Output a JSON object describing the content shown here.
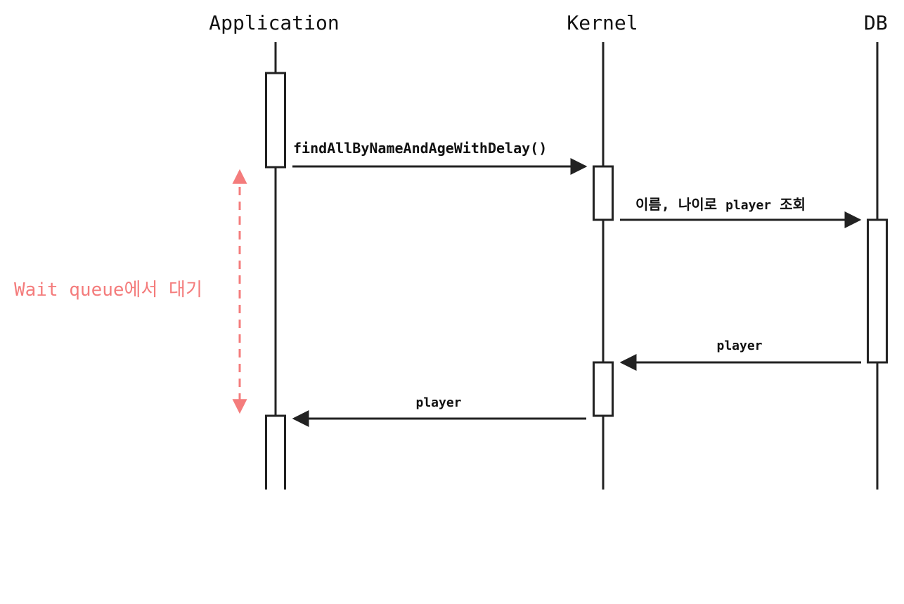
{
  "participants": {
    "application": "Application",
    "kernel": "Kernel",
    "db": "DB"
  },
  "messages": {
    "call": "findAllByNameAndAgeWithDelay()",
    "query_prefix": "이름, 나이로 ",
    "query_word": "player",
    "query_suffix": " 조회",
    "db_return": "player",
    "kernel_return": "player"
  },
  "annotation": {
    "wait_label": "Wait queue에서 대기"
  },
  "colors": {
    "line": "#222222",
    "text": "#111111",
    "wait_accent": "#f47c7c"
  }
}
